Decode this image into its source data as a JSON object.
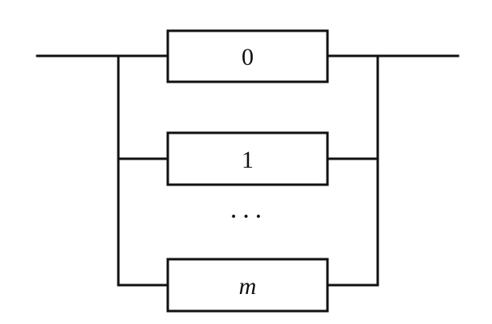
{
  "diagram": {
    "blocks": [
      {
        "label": "0",
        "italic": false
      },
      {
        "label": "1",
        "italic": false
      },
      {
        "label": "m",
        "italic": true
      }
    ],
    "ellipsis": "···"
  }
}
